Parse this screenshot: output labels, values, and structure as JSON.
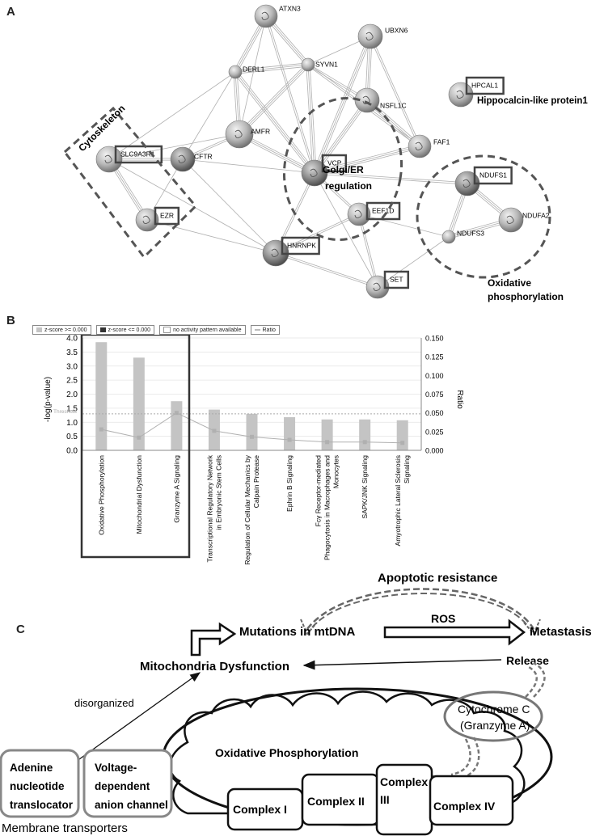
{
  "panelA": {
    "letter": "A",
    "nodes": {
      "atxn3": "ATXN3",
      "ubxn6": "UBXN6",
      "derl1": "DERL1",
      "syvn1": "SYVN1",
      "nsfl1c": "NSFL1C",
      "amfr": "AMFR",
      "faf1": "FAF1",
      "hpcal1": "HPCAL1",
      "slc9a3r1": "SLC9A3R1",
      "cftr": "CFTR",
      "vcp": "VCP",
      "ezr": "EZR",
      "eef1d": "EEF1D",
      "ndufs1": "NDUFS1",
      "ndufa2": "NDUFA2",
      "ndufs3": "NDUFS3",
      "hnrnpk": "HNRNPK",
      "set": "SET"
    },
    "labels": {
      "cytoskeleton": "Cytoskeleton",
      "golgi1": "Golgi/ER",
      "golgi2": "regulation",
      "hippocalcin": "Hippocalcin-like protein1",
      "oxphos1": "Oxidative",
      "oxphos2": "phosphorylation"
    }
  },
  "panelB": {
    "letter": "B",
    "legend": {
      "pos": "z-score >= 0.000",
      "neg": "z-score <= 0.000",
      "none": "no activity pattern available",
      "ratio": "Ratio"
    },
    "threshold_label": "Threshold",
    "chart_data": {
      "type": "bar",
      "categories": [
        "Oxidative Phosphorylation",
        "Mitochondrial Dysfunction",
        "Granzyme A Signaling",
        "Transcriptional Regulatory Network in Embryonic Stem Cells",
        "Regulation of Cellular Mechanics by Calpain Protease",
        "Ephrin B Signaling",
        "Fcγ Receptor-mediated Phagocytosis in Macrophages and Monocytes",
        "SAPK/JNK Signaling",
        "Amyotrophic Lateral Sclerosis Signaling"
      ],
      "category_lines": [
        [
          "Oxidative Phosphorylation"
        ],
        [
          "Mitochondrial Dysfunction"
        ],
        [
          "Granzyme A Signaling"
        ],
        [
          "Transcriptional Regulatory Network",
          "in Embryonic Stem Cells"
        ],
        [
          "Regulation of Cellular Mechanics by",
          "Calpain Protease"
        ],
        [
          "Ephrin B Signaling"
        ],
        [
          "Fcγ Receptor-mediated",
          "Phagocytosis in Macrophages and",
          "Monocytes"
        ],
        [
          "SAPK/JNK Signaling"
        ],
        [
          "Amyotrophic Lateral Sclerosis",
          "Signaling"
        ]
      ],
      "series": [
        {
          "name": "-log(p-value)",
          "values": [
            3.85,
            3.3,
            1.75,
            1.45,
            1.3,
            1.18,
            1.1,
            1.1,
            1.07
          ]
        },
        {
          "name": "Ratio",
          "values": [
            0.028,
            0.017,
            0.05,
            0.026,
            0.018,
            0.014,
            0.011,
            0.011,
            0.01
          ]
        }
      ],
      "threshold": 1.3,
      "ylabel": "-log(p-value)",
      "y2label": "Ratio",
      "ylim": [
        0,
        4
      ],
      "y2lim": [
        0,
        0.15
      ],
      "yticks": [
        "4.0",
        "3.5",
        "3.0",
        "2.5",
        "2.0",
        "1.5",
        "1.0",
        "0.5",
        "0.0"
      ],
      "y2ticks": [
        "0.150",
        "0.125",
        "0.100",
        "0.075",
        "0.050",
        "0.025",
        "0.000"
      ],
      "colors": {
        "bar": "#c4c4c4",
        "ratio": "#b0b0b0",
        "box": "#333333"
      }
    }
  },
  "panelC": {
    "letter": "C",
    "apoptotic": "Apoptotic resistance",
    "ros": "ROS",
    "mutations": "Mutations in mtDNA",
    "metastasis": "Metastasis",
    "mito_dys": "Mitochondria Dysfunction",
    "release": "Release",
    "disorganized": "disorganized",
    "cytochrome1": "Cytochrome C",
    "cytochrome2": "(Granzyme A)",
    "oxphos": "Oxidative Phosphorylation",
    "ant1": "Adenine",
    "ant2": "nucleotide",
    "ant3": "translocator",
    "vdac1": "Voltage-",
    "vdac2": "dependent",
    "vdac3": "anion channel",
    "membrane": "Membrane transporters",
    "complex1": "Complex I",
    "complex2": "Complex II",
    "complex3a": "Complex",
    "complex3b": "III",
    "complex4": "Complex IV"
  }
}
